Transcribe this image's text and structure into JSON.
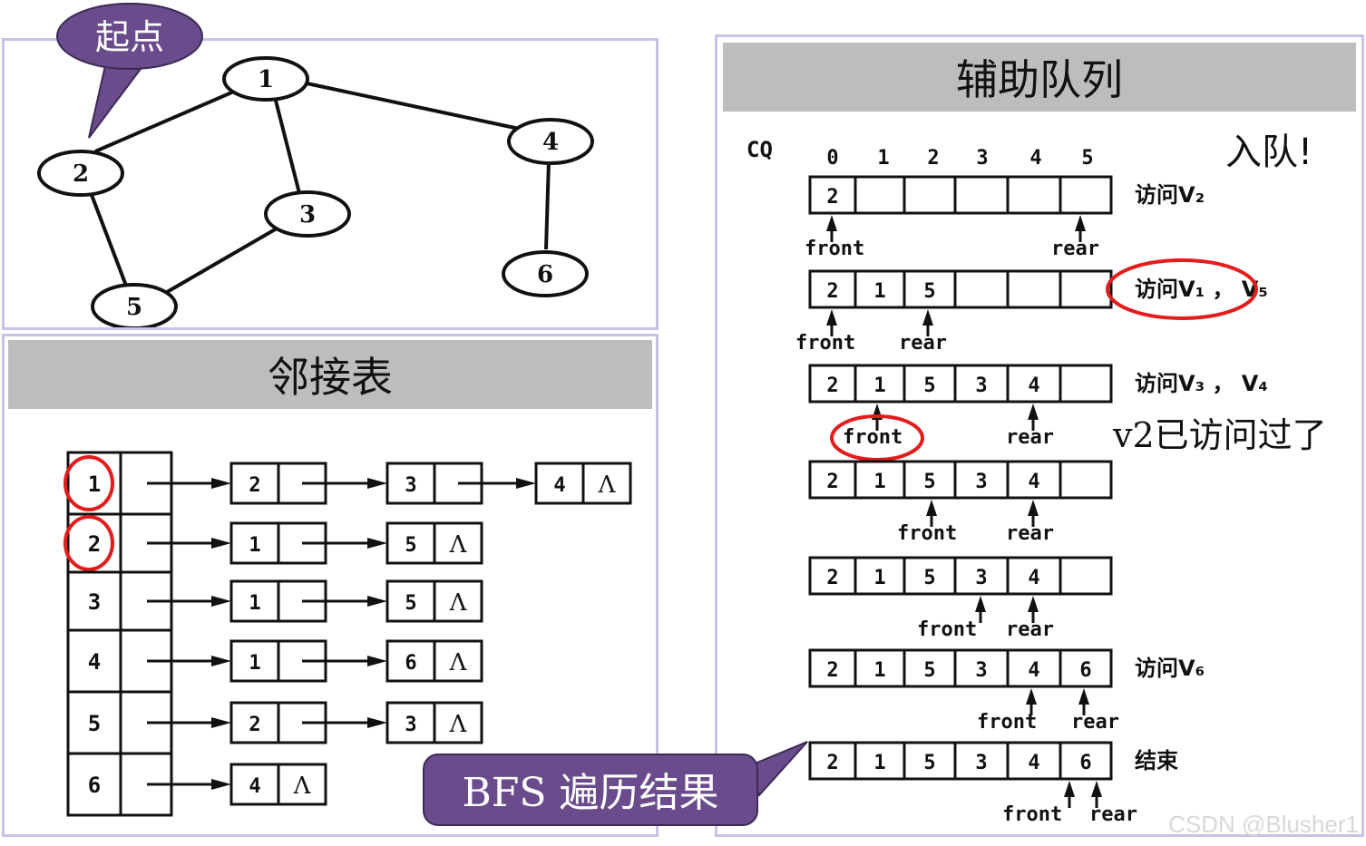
{
  "graph": {
    "start_label": "起点",
    "nodes": [
      {
        "id": "n1",
        "label": "1"
      },
      {
        "id": "n2",
        "label": "2"
      },
      {
        "id": "n3",
        "label": "3"
      },
      {
        "id": "n4",
        "label": "4"
      },
      {
        "id": "n5",
        "label": "5"
      },
      {
        "id": "n6",
        "label": "6"
      }
    ]
  },
  "adjacency": {
    "title": "邻接表",
    "null_symbol": "Λ",
    "rows": [
      {
        "vertex": "1",
        "neighbors": [
          "2",
          "3",
          "4"
        ]
      },
      {
        "vertex": "2",
        "neighbors": [
          "1",
          "5"
        ]
      },
      {
        "vertex": "3",
        "neighbors": [
          "1",
          "5"
        ]
      },
      {
        "vertex": "4",
        "neighbors": [
          "1",
          "6"
        ]
      },
      {
        "vertex": "5",
        "neighbors": [
          "2",
          "3"
        ]
      },
      {
        "vertex": "6",
        "neighbors": [
          "4"
        ]
      }
    ]
  },
  "queue": {
    "title": "辅助队列",
    "cq_label": "CQ",
    "indices": [
      "0",
      "1",
      "2",
      "3",
      "4",
      "5"
    ],
    "enqueue_note": "入队!",
    "visited_note": "v2已访问过了",
    "front_label": "front",
    "rear_label": "rear",
    "states": [
      {
        "cells": [
          "2",
          "",
          "",
          "",
          "",
          ""
        ],
        "note": "访问V₂"
      },
      {
        "cells": [
          "2",
          "1",
          "5",
          "",
          "",
          ""
        ],
        "note": "访问V₁ ， V₅"
      },
      {
        "cells": [
          "2",
          "1",
          "5",
          "3",
          "4",
          ""
        ],
        "note": "访问V₃ ， V₄"
      },
      {
        "cells": [
          "2",
          "1",
          "5",
          "3",
          "4",
          ""
        ],
        "note": ""
      },
      {
        "cells": [
          "2",
          "1",
          "5",
          "3",
          "4",
          ""
        ],
        "note": ""
      },
      {
        "cells": [
          "2",
          "1",
          "5",
          "3",
          "4",
          "6"
        ],
        "note": "访问V₆"
      },
      {
        "cells": [
          "2",
          "1",
          "5",
          "3",
          "4",
          "6"
        ],
        "note": "结束"
      }
    ]
  },
  "bfs_result_label": "BFS 遍历结果",
  "watermark": "CSDN @Blusher1",
  "colors": {
    "callout": "#6a4c8c",
    "highlight": "#e31c1c",
    "border": "#c9c2e6",
    "bar": "#bdbdbd"
  }
}
